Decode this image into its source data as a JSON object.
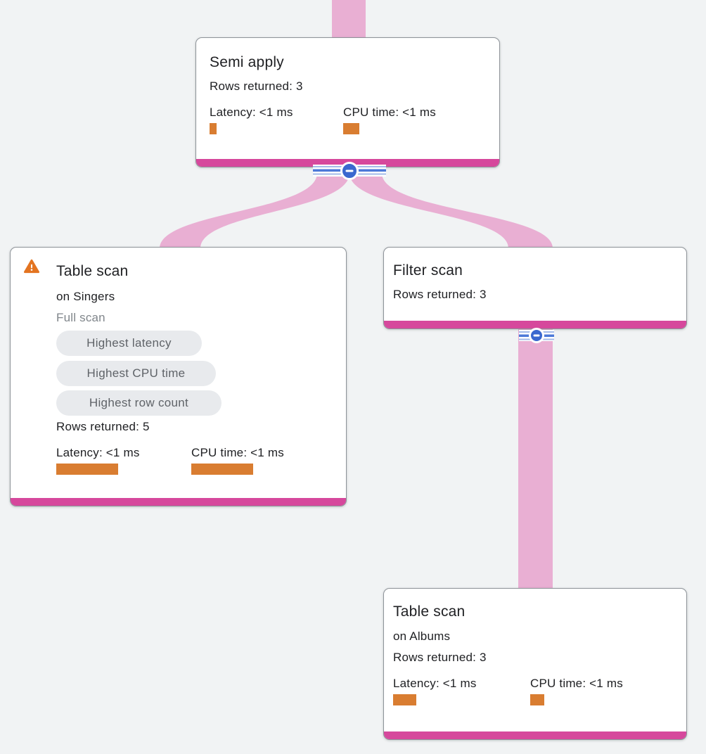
{
  "app": {
    "view": "query-execution-plan"
  },
  "colors": {
    "canvas_bg": "#f1f3f4",
    "edge_pink": "#e9afd3",
    "accent_magenta": "#d6489c",
    "bar_orange": "#d97d31",
    "warning_orange": "#e37421",
    "collapse_blue": "#3a68cf",
    "badge_bg": "#e8eaed",
    "badge_text": "#5f6368",
    "text_dark": "#202124",
    "text_gray": "#80868b"
  },
  "icons": {
    "warning": "warning-triangle-icon",
    "collapse": "minus-icon"
  },
  "nodes": {
    "semi_apply": {
      "title": "Semi apply",
      "rows": "Rows returned: 3",
      "latency_label": "Latency: <1 ms",
      "cpu_label": "CPU time: <1 ms"
    },
    "table_scan_singers": {
      "title": "Table scan",
      "subtitle": "on Singers",
      "scan_type": "Full scan",
      "badges": [
        "Highest latency",
        "Highest CPU time",
        "Highest row count"
      ],
      "rows": "Rows returned: 5",
      "latency_label": "Latency: <1 ms",
      "cpu_label": "CPU time: <1 ms"
    },
    "filter_scan": {
      "title": "Filter scan",
      "rows": "Rows returned: 3"
    },
    "table_scan_albums": {
      "title": "Table scan",
      "subtitle": "on Albums",
      "rows": "Rows returned: 3",
      "latency_label": "Latency: <1 ms",
      "cpu_label": "CPU time: <1 ms"
    }
  }
}
